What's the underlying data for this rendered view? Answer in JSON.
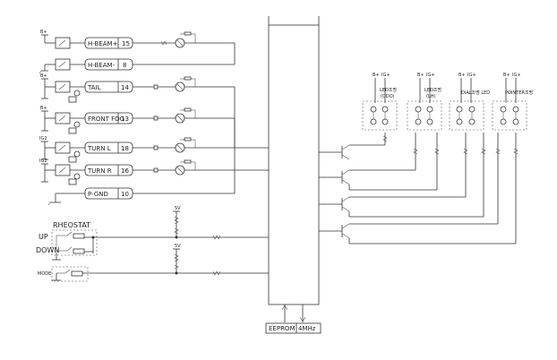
{
  "inputs": [
    {
      "supply": "B+",
      "connector": "H-BEAM+",
      "pin": "15"
    },
    {
      "supply": "",
      "connector": "H-BEAM-",
      "pin": "8"
    },
    {
      "supply": "B+",
      "connector": "TAIL",
      "pin": "14"
    },
    {
      "supply": "B+",
      "connector": "FRONT FOG",
      "pin": "13"
    },
    {
      "supply": "IG2",
      "connector": "TURN L",
      "pin": "18"
    },
    {
      "supply": "IG2",
      "connector": "TURN R",
      "pin": "16"
    },
    {
      "supply": "",
      "connector": "P-GND",
      "pin": "10"
    }
  ],
  "rheostat": {
    "title": "RHEOSTAT",
    "up": "UP",
    "down": "DOWN"
  },
  "mode": {
    "label": "MODE"
  },
  "pullup": {
    "voltage": "5V"
  },
  "led_groups": [
    {
      "label": "LED조명",
      "sub": "(ODO)",
      "v1": "B+",
      "v2": "IG+"
    },
    {
      "label": "LED조명",
      "sub": "(LH)",
      "v1": "B+",
      "v2": "IG+"
    },
    {
      "label": "DIAL조명 LED",
      "sub": "",
      "v1": "B+",
      "v2": "IG+"
    },
    {
      "label": "POINTER조명",
      "sub": "",
      "v1": "B+",
      "v2": "IG+"
    }
  ],
  "bottom": {
    "eeprom": "EEPROM",
    "clock": "4MHz"
  }
}
